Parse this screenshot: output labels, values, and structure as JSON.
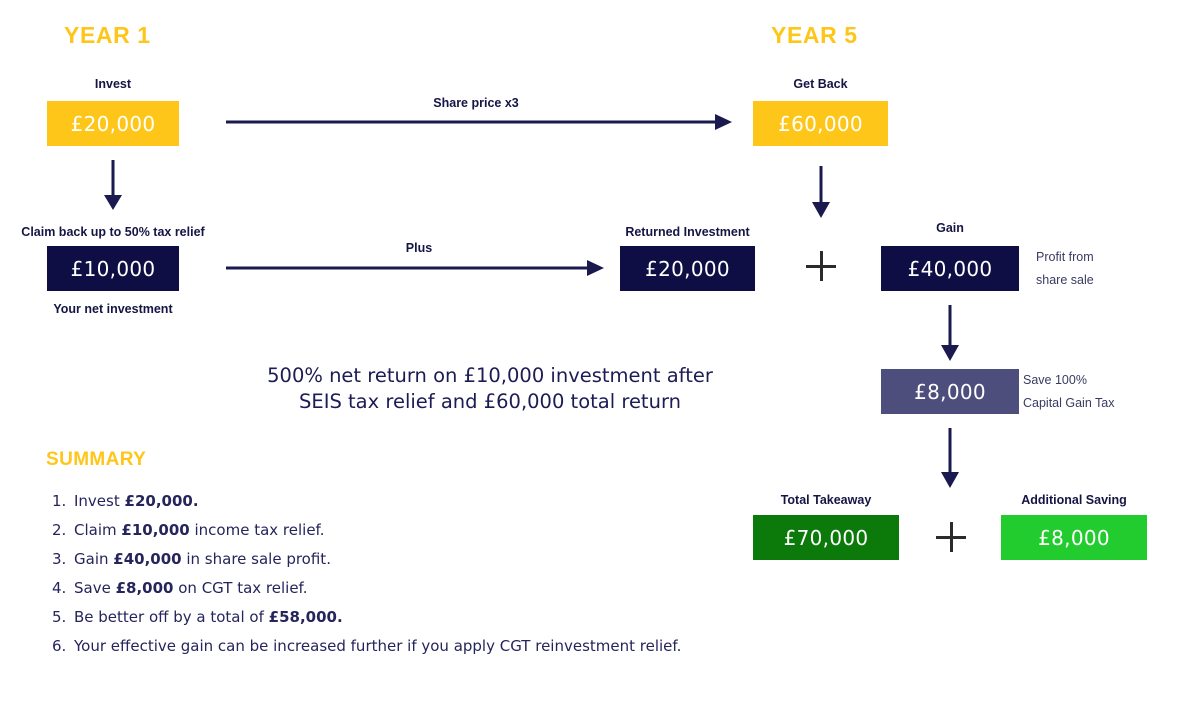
{
  "headings": {
    "year1": "YEAR 1",
    "year5": "YEAR 5",
    "summary": "SUMMARY"
  },
  "arrows": {
    "share_price": "Share price x3",
    "plus": "Plus",
    "plus_glyph": "+"
  },
  "boxes": {
    "invest": {
      "caption_above": "Invest",
      "value": "£20,000",
      "color": "#ffc61a",
      "text_color": "#ffffff"
    },
    "tax_relief": {
      "caption_above": "Claim back up to 50% tax relief",
      "value": "£10,000",
      "caption_below": "Your net investment",
      "color": "#0e0e45",
      "text_color": "#ffffff"
    },
    "returned_investment": {
      "caption_above": "Returned Investment",
      "value": "£20,000",
      "color": "#0e0e45",
      "text_color": "#ffffff"
    },
    "get_back": {
      "caption_above": "Get Back",
      "value": "£60,000",
      "color": "#ffc61a",
      "text_color": "#ffffff"
    },
    "gain": {
      "caption_above": "Gain",
      "value": "£40,000",
      "note_line1": "Profit from",
      "note_line2": "share sale",
      "color": "#0e0e45",
      "text_color": "#ffffff"
    },
    "cgt_saving": {
      "value": "£8,000",
      "note_line1": "Save 100%",
      "note_line2": "Capital Gain Tax",
      "color": "#4e4e7d",
      "text_color": "#ffffff"
    },
    "total_takeaway": {
      "caption_above": "Total Takeaway",
      "value": "£70,000",
      "color": "#0b7a0b",
      "text_color": "#ffffff"
    },
    "additional_saving": {
      "caption_above": "Additional Saving",
      "value": "£8,000",
      "color": "#22cc2e",
      "text_color": "#ffffff"
    }
  },
  "statement": {
    "line1": "500% net return on £10,000 investment after",
    "line2": "SEIS tax relief and £60,000 total return"
  },
  "summary_items": [
    {
      "num": "1.",
      "pre": "Invest ",
      "bold": "£20,000.",
      "post": ""
    },
    {
      "num": "2.",
      "pre": "Claim ",
      "bold": "£10,000",
      "post": " income tax relief."
    },
    {
      "num": "3.",
      "pre": "Gain ",
      "bold": "£40,000",
      "post": " in share sale profit."
    },
    {
      "num": "4.",
      "pre": "Save ",
      "bold": "£8,000",
      "post": " on CGT tax relief."
    },
    {
      "num": "5.",
      "pre": "Be better off by a total of ",
      "bold": "£58,000.",
      "post": ""
    },
    {
      "num": "6.",
      "pre": "Your effective gain can be increased further if you apply CGT reinvestment relief.",
      "bold": "",
      "post": ""
    }
  ],
  "colors": {
    "brand_yellow": "#ffc61a",
    "navy": "#0e0e45",
    "purple": "#4e4e7d",
    "green_dark": "#0b7a0b",
    "green_bright": "#22cc2e",
    "text_navy": "#151545"
  }
}
